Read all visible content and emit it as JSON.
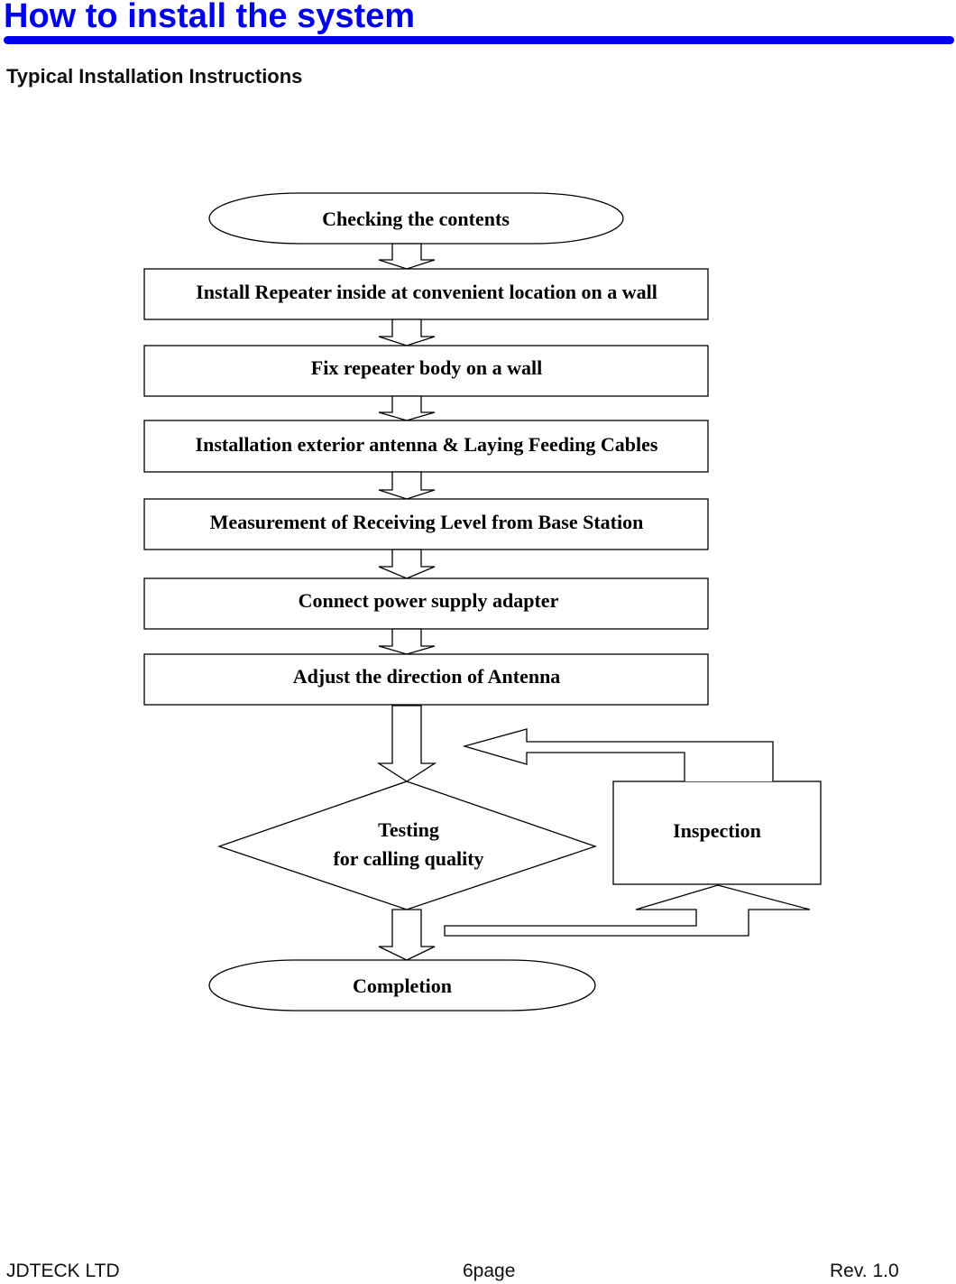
{
  "header": {
    "title": "How to install the system",
    "subtitle": "Typical Installation Instructions",
    "accent_color": "#0000ee"
  },
  "flowchart": {
    "start": "Checking the contents",
    "steps": [
      "Install Repeater inside at convenient location on a wall",
      "Fix repeater body on a wall",
      "Installation exterior antenna & Laying Feeding Cables",
      "Measurement of Receiving Level from Base Station",
      "Connect power supply adapter",
      "Adjust the direction of Antenna"
    ],
    "decision_line1": "Testing",
    "decision_line2": "for calling quality",
    "inspection": "Inspection",
    "end": "Completion"
  },
  "footer": {
    "company": "JDTECK LTD",
    "page": "6page",
    "revision": "Rev. 1.0"
  }
}
